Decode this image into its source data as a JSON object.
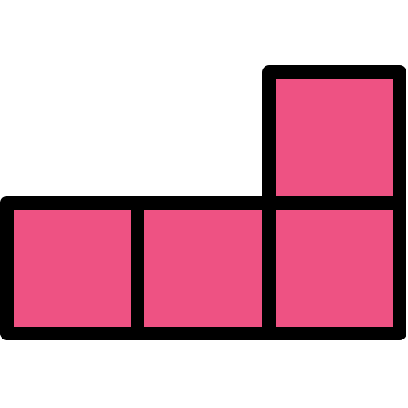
{
  "icon": {
    "name": "tetris-l-block-icon",
    "fill_color": "#EE5283",
    "stroke_color": "#000000",
    "blocks": [
      {
        "id": "block-top-right"
      },
      {
        "id": "block-bottom-left"
      },
      {
        "id": "block-bottom-middle"
      },
      {
        "id": "block-bottom-right"
      }
    ]
  }
}
